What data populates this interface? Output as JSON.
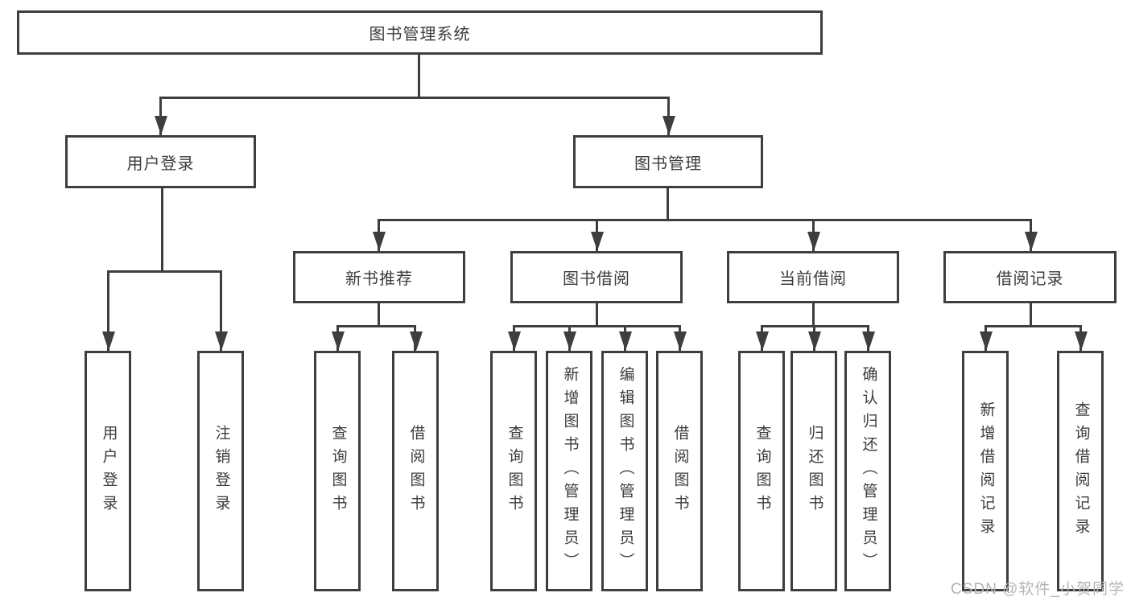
{
  "diagram": {
    "root": {
      "label": "图书管理系统"
    },
    "branches": [
      {
        "label": "用户登录",
        "children": [
          {
            "label": "用户登录"
          },
          {
            "label": "注销登录"
          }
        ]
      },
      {
        "label": "图书管理",
        "children": [
          {
            "label": "新书推荐",
            "children": [
              {
                "label": "查询图书"
              },
              {
                "label": "借阅图书"
              }
            ]
          },
          {
            "label": "图书借阅",
            "children": [
              {
                "label": "查询图书"
              },
              {
                "label": "新增图书（管理员）"
              },
              {
                "label": "编辑图书（管理员）"
              },
              {
                "label": "借阅图书"
              }
            ]
          },
          {
            "label": "当前借阅",
            "children": [
              {
                "label": "查询图书"
              },
              {
                "label": "归还图书"
              },
              {
                "label": "确认归还（管理员）"
              }
            ]
          },
          {
            "label": "借阅记录",
            "children": [
              {
                "label": "新增借阅记录"
              },
              {
                "label": "查询借阅记录"
              }
            ]
          }
        ]
      }
    ]
  },
  "watermark": {
    "text": "CSDN @软件_小贺同学"
  },
  "colors": {
    "line": "#3e3e3e",
    "text": "#3c3c3c",
    "background": "#ffffff",
    "watermark": "#b5b5b5"
  }
}
